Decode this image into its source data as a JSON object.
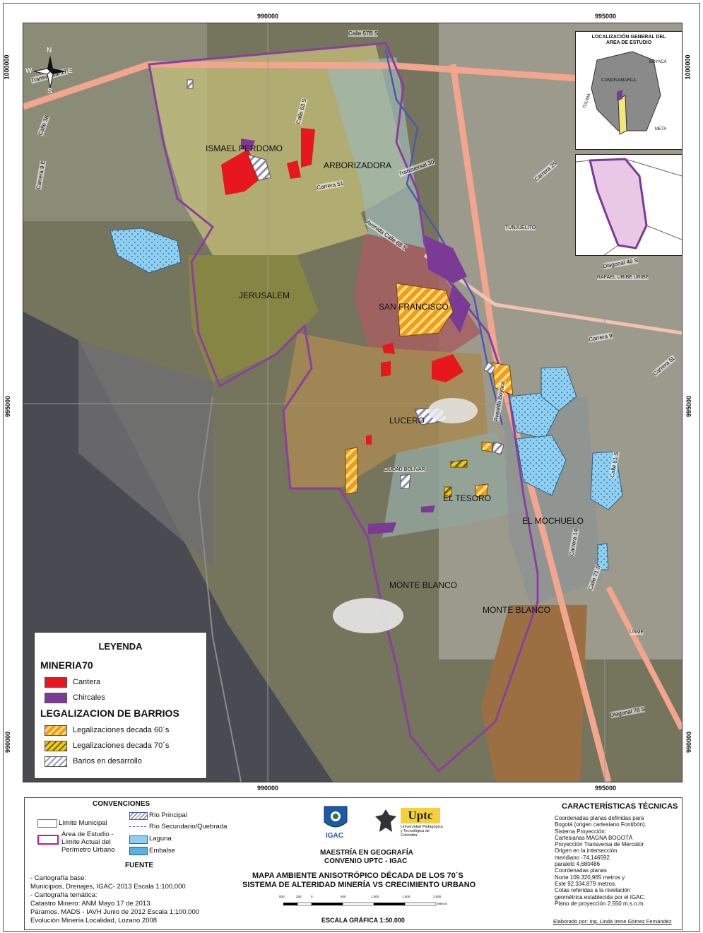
{
  "coords": {
    "top_x": [
      "990000",
      "995000"
    ],
    "bottom_x": [
      "990000",
      "995000"
    ],
    "left_y": [
      "1000000",
      "995000",
      "990000"
    ],
    "right_y": [
      "1000000",
      "995000",
      "990000"
    ]
  },
  "compass": {
    "n": "N",
    "s": "S",
    "e": "E",
    "w": "W"
  },
  "zones": [
    "ISMAEL PERDOMO",
    "ARBORIZADORA",
    "JERUSALEM",
    "SAN FRANCISCO",
    "LUCERO",
    "EL TESORO",
    "EL MOCHUELO",
    "MONTE BLANCO",
    "MONTE BLANCO"
  ],
  "minor_labels": [
    "CIUDAD BOLIVAR",
    "TUNJUELITO",
    "RAFAEL URIBE URIBE",
    "USME"
  ],
  "streets": [
    "Calle 57B S",
    "Transversal 17",
    "Calle 38",
    "Carrera 9 E",
    "Calle 63 S",
    "Carrera 51",
    "Transversal 30",
    "Avenida Calle 68 S",
    "Carrera 25",
    "Diagonal 46 S",
    "Carrera 9",
    "Carrera 5L",
    "Avenida Boyacá",
    "Calle 71 S",
    "Diagonal 78 S",
    "Calle 51 S",
    "Carrera 14"
  ],
  "inset1": {
    "title": "LOCALIZACIÓN GENERAL DEL AREA DE ESTUDIO",
    "labels": [
      "BOYACÁ",
      "CUNDINAMARCA",
      "TOLIMA",
      "META"
    ]
  },
  "legend": {
    "title": "LEYENDA",
    "section1": "MINERIA70",
    "items1": [
      {
        "label": "Cantera",
        "color": "#e8161d"
      },
      {
        "label": "Chircales",
        "color": "#7a3a96"
      }
    ],
    "section2": "LEGALIZACION DE BARRIOS",
    "items2": [
      {
        "label": "Legalizaciones decada 60´s",
        "color": "#f39a1e"
      },
      {
        "label": "Legalizaciones decada 70´s",
        "color": "#f2c70f"
      },
      {
        "label": "Barios en desarrollo",
        "color": "#b9b9d6"
      }
    ]
  },
  "conventions": {
    "title": "CONVENCIONES",
    "items": [
      "Límite Municipal",
      "Área de Estudio - Límite Actual del Perímetro Urbano",
      "Río Principal",
      "Río Secundario/Quebrada",
      "Laguna",
      "Embalse"
    ]
  },
  "source": {
    "title": "FUENTE",
    "lines": [
      "- Cartografía base:",
      "Municipios, Drenajes, IGAC- 2013 Escala 1:100.000",
      "- Cartografía temática:",
      "Catastro Minero: ANM Mayo 17 de 2013",
      "Páramos. MADS - IAVH Junio de 2012 Escala 1:100.000",
      "Evolución Minería Localidad, Lozano 2008"
    ]
  },
  "center": {
    "igac": "IGAC",
    "uptc": "Uptc",
    "uptc_sub": "Universidad Pedagógica y Tecnológica de Colombia",
    "master": "MAESTRÍA EN GEOGRAFÍA",
    "convenio": "CONVENIO UPTC - IGAC",
    "title1": "MAPA AMBIENTE ANISOTRÓPICO DÉCADA DE LOS 70´S",
    "title2": "SISTEMA DE ALTERIDAD MINERÍA VS CRECIMIENTO URBANO",
    "scale_ticks": [
      "500",
      "250",
      "0",
      "500",
      "1.000",
      "1.500",
      "2.000"
    ],
    "scale_unit": "Metros",
    "scale_label": "ESCALA GRÁFICA 1:50.000"
  },
  "tech": {
    "title": "CARACTERÍSTICAS TÉCNICAS",
    "lines": [
      "Coordenadas planas definidas para",
      "Bogotá (origen cartesiano Fontibón).",
      "Sistema Proyección:",
      "Cartesianas MAGNA BOGOTÁ",
      "Proyección Transversa de Mercator",
      "Origen en la intersección",
      "meridiano -74,146592",
      "paralelo 4,680486",
      "Coordenadas planas",
      "Norte 109.320,965 metros y",
      "Este 92.334,879 metros.",
      "Cotas referidas a la nivelación",
      "geométrica establecida por el IGAC.",
      "Plano de proyección 2.550 m.s.n.m."
    ],
    "credit": "Elaborado por: Ing. Linda Irene Gómez Fernández"
  }
}
